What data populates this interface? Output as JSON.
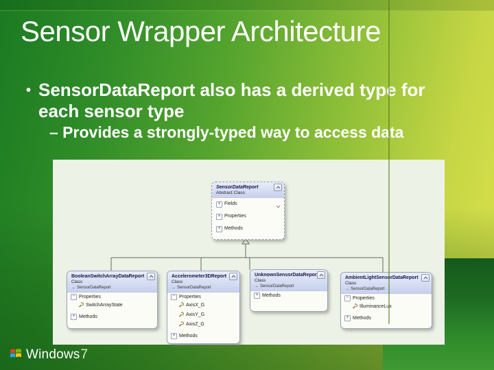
{
  "slide": {
    "title": "Sensor Wrapper Architecture",
    "bullet_marker": "•",
    "bullet": "SensorDataReport also has a derived type for each sensor type",
    "sub_bullet": "– Provides a strongly-typed way to access data"
  },
  "footer": {
    "brand": "Windows",
    "version": "7"
  },
  "diagram": {
    "base_arrow": "→",
    "parent": {
      "name": "SensorDataReport",
      "kind": "Abstract Class",
      "sections": [
        {
          "label": "Fields"
        },
        {
          "label": "Properties"
        },
        {
          "label": "Methods"
        }
      ]
    },
    "children": [
      {
        "name": "BooleanSwitchArrayDataReport",
        "kind": "Class",
        "base": "SensorDataReport",
        "prop_label": "Properties",
        "props": [
          "SwitchArrayState"
        ],
        "methods_label": "Methods"
      },
      {
        "name": "Accelerometer3DReport",
        "kind": "Class",
        "base": "SensorDataReport",
        "prop_label": "Properties",
        "props": [
          "AxisX_G",
          "AxisY_G",
          "AxisZ_G"
        ],
        "methods_label": "Methods"
      },
      {
        "name": "UnknownSensorDataReport",
        "kind": "Class",
        "base": "SensorDataReport",
        "methods_label": "Methods"
      },
      {
        "name": "AmbientLightSensorDataReport",
        "kind": "Class",
        "base": "SensorDataReport",
        "prop_label": "Properties",
        "props": [
          "IlluminanceLux"
        ],
        "methods_label": "Methods"
      }
    ]
  },
  "icons": {
    "plus": "+",
    "minus": "−",
    "collapse_chevron": "chevron-up",
    "expand_compartments": "chevron-down",
    "property_glyph": "wrench",
    "windows_flag": "windows-flag"
  },
  "colors": {
    "bg_green_dark": "#1b7a22",
    "bg_yellow_green": "#dde24e",
    "panel": "#edf2e7",
    "box_header_top": "#e9edf9",
    "box_header_bottom": "#c7d1ee",
    "box_border": "#9aa2bb",
    "connector": "#5b6b5b",
    "accent_line": "#55791e",
    "title_text": "#ffffff"
  }
}
